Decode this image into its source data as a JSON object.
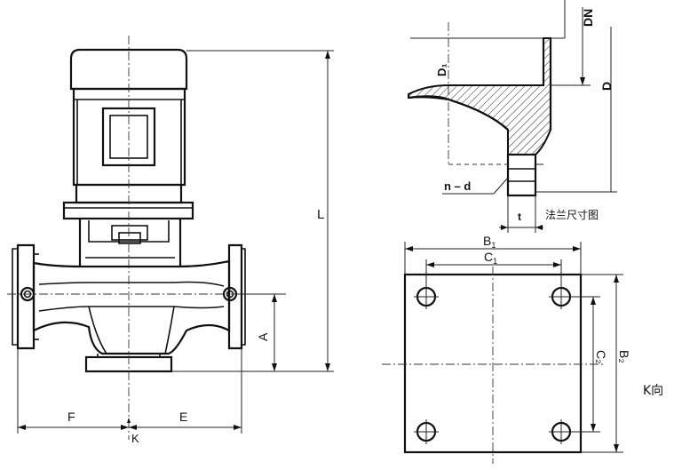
{
  "labels": {
    "F": "F",
    "K_small": "K",
    "E": "E",
    "A": "A",
    "L": "L",
    "DN": "DN",
    "D": "D",
    "D1": "D₁",
    "n_d": "n – d",
    "t": "t",
    "flange_caption": "法兰尺寸图",
    "B1": "B",
    "B1_sub": "1",
    "C1": "C",
    "C1_sub": "1",
    "C2": "C₂",
    "B2": "B₂",
    "k_view": "K向"
  },
  "colors": {
    "ink": "#111111",
    "hatch": "#222222",
    "background": "#ffffff"
  }
}
